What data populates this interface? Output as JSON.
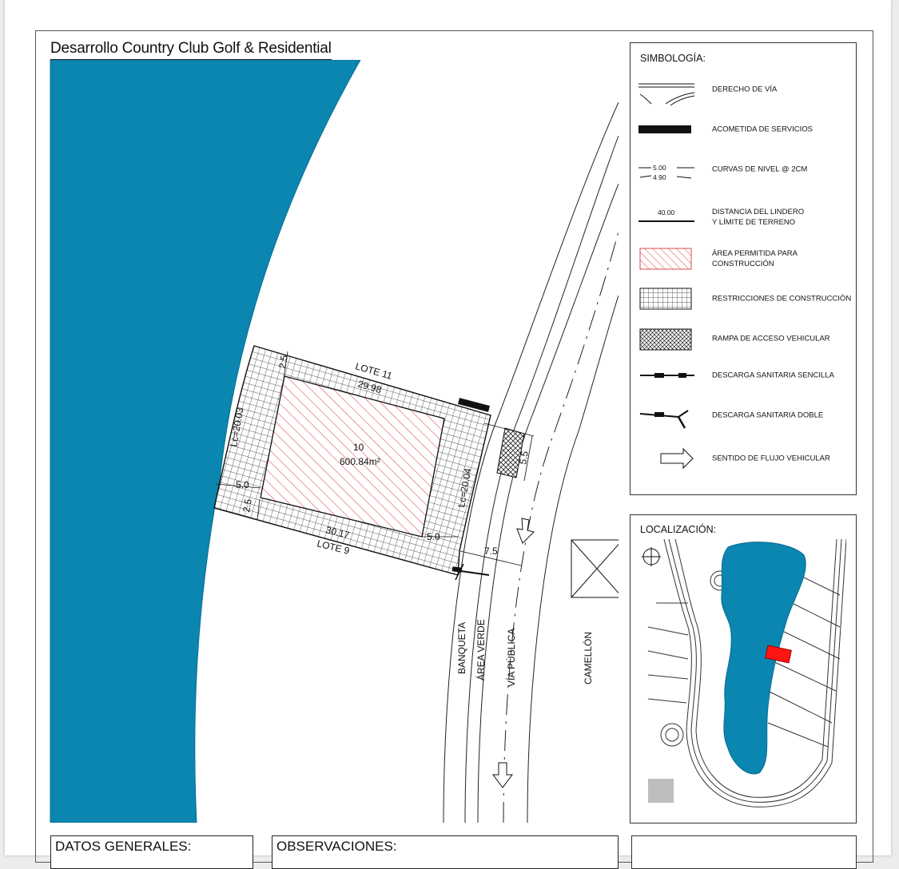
{
  "document": {
    "title": "Desarrollo Country Club Golf & Residential"
  },
  "plan": {
    "lot_number": "10",
    "lot_area": "600.84m²",
    "neighbor_top": "LOTE 11",
    "neighbor_bottom": "LOTE 9",
    "dim_top": "29.98",
    "dim_bottom": "30.17",
    "dim_left_arc": "Lc=20.03",
    "dim_right_arc": "Lc=20.04",
    "setback_top": "2.5",
    "setback_left": "5.0",
    "setback_bottom_left": "2.5",
    "setback_right": "5.0",
    "ramp_dim": "5.5",
    "road_dim": "7.5",
    "label_banqueta": "BANQUETA",
    "label_area_verde": "ÁREA VERDE",
    "label_via_publica": "VÍA PÚBLICA",
    "label_camellon": "CAMELLÓN",
    "colors": {
      "lake": "#0a86b0",
      "allowed_hatch": "#e0474f",
      "allowed_fill": "#fdecec"
    }
  },
  "legend": {
    "title": "SIMBOLOGÍA:",
    "items": [
      {
        "symbol": "right-of-way-icon",
        "label": "DERECHO DE VÍA"
      },
      {
        "symbol": "service-connection-icon",
        "label": "ACOMETIDA DE SERVICIOS"
      },
      {
        "symbol": "contour-lines-icon",
        "label": "CURVAS DE NIVEL @ 2CM",
        "value_a": "5.00",
        "value_b": "4.90"
      },
      {
        "symbol": "boundary-distance-icon",
        "label": "DISTANCIA DEL LINDERO\nY LÍMITE DE TERRENO",
        "value": "40.00"
      },
      {
        "symbol": "allowed-area-icon",
        "label": "ÁREA PERMITIDA PARA\nCONSTRUCCIÓN"
      },
      {
        "symbol": "restrictions-grid-icon",
        "label": "RESTRICCIONES DE CONSTRUCCIÓN"
      },
      {
        "symbol": "ramp-crosshatch-icon",
        "label": "RAMPA DE ACCESO VEHICULAR"
      },
      {
        "symbol": "single-drain-icon",
        "label": "DESCARGA SANITARIA SENCILLA"
      },
      {
        "symbol": "double-drain-icon",
        "label": "DESCARGA SANITARIA DOBLE"
      },
      {
        "symbol": "traffic-arrow-icon",
        "label": "SENTIDO DE FLUJO VEHICULAR"
      }
    ]
  },
  "location": {
    "title": "LOCALIZACIÓN:",
    "highlight_color": "#ff1414"
  },
  "bottom": {
    "general_data": "DATOS GENERALES:",
    "observations": "OBSERVACIONES:"
  }
}
